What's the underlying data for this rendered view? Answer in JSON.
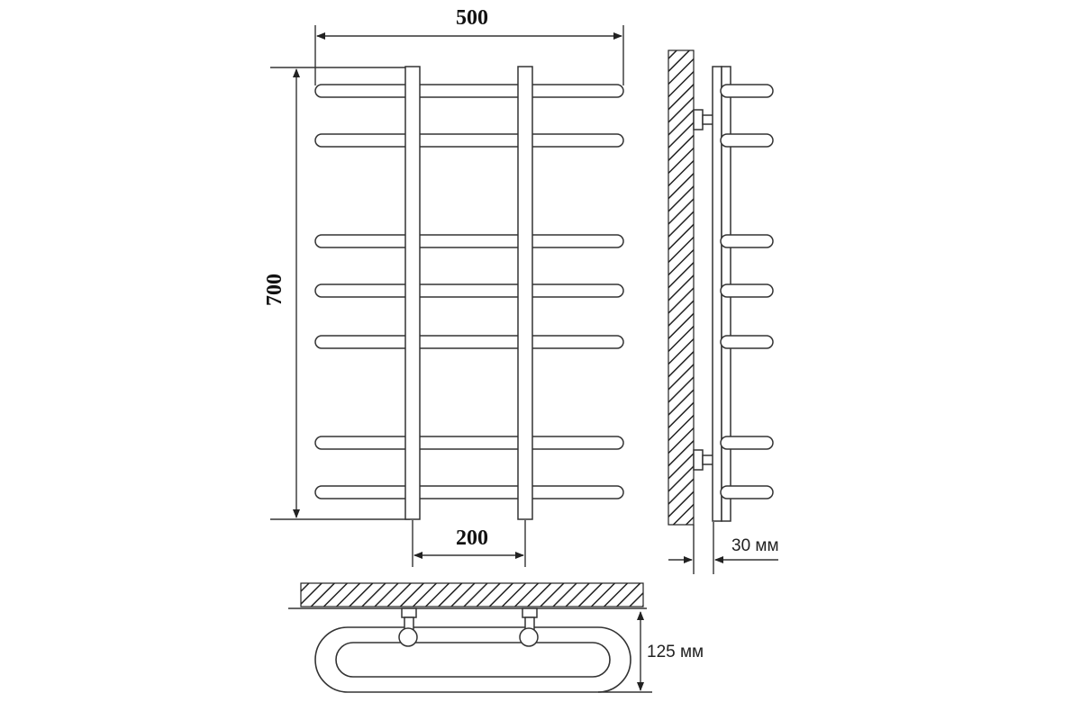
{
  "dimensions": {
    "width_label": "500",
    "height_label": "700",
    "spacing_label": "200",
    "wall_gap_label": "30 мм",
    "depth_label": "125 мм"
  },
  "front_view": {
    "rail_count": 7
  }
}
